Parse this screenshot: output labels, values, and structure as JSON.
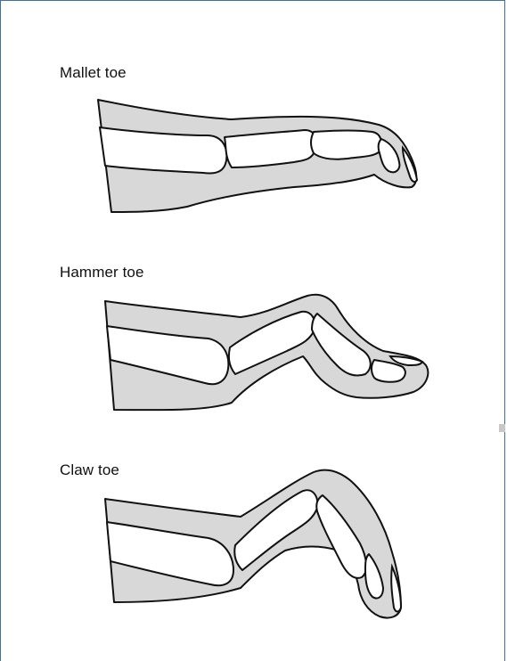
{
  "figures": [
    {
      "id": "mallet",
      "label": "Mallet toe"
    },
    {
      "id": "hammer",
      "label": "Hammer toe"
    },
    {
      "id": "claw",
      "label": "Claw toe"
    }
  ],
  "colors": {
    "soft_tissue": "#d8d8d8",
    "bone": "#ffffff",
    "outline": "#111111",
    "frame": "#3d6fb3"
  }
}
